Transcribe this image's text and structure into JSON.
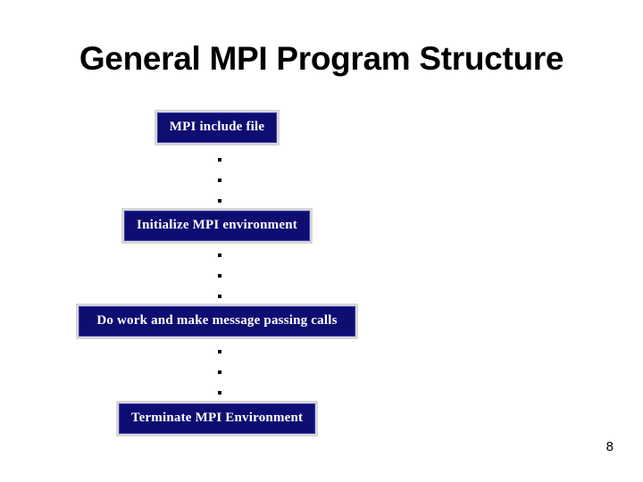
{
  "slide": {
    "title": "General MPI Program Structure",
    "page_number": "8",
    "background_color": "#ffffff",
    "title_color": "#000000"
  },
  "diagram": {
    "type": "vertical-flow",
    "box_fill_color": "#0d0d72",
    "box_text_color": "#ffffff",
    "box_frame_color": "#d6d6d6",
    "dot_color": "#000000",
    "boxes": [
      {
        "label": "MPI include file"
      },
      {
        "label": "Initialize MPI environment"
      },
      {
        "label": "Do work and make message passing calls"
      },
      {
        "label": "Terminate MPI Environment"
      }
    ],
    "separators": [
      {
        "name": "ellipsis-after-include",
        "dots": 3
      },
      {
        "name": "ellipsis-after-initialize",
        "dots": 3
      },
      {
        "name": "ellipsis-after-do-work",
        "dots": 3
      }
    ]
  }
}
